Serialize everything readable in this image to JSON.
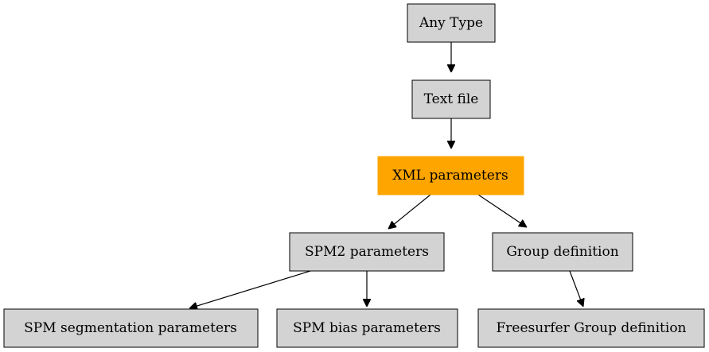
{
  "colors": {
    "default_fill": "#d3d3d3",
    "default_stroke": "#000000",
    "highlight_fill": "#ffa500",
    "edge": "#000000"
  },
  "nodes": {
    "any_type": {
      "label": "Any Type"
    },
    "text_file": {
      "label": "Text file"
    },
    "xml_parameters": {
      "label": "XML parameters",
      "highlighted": true
    },
    "spm2_parameters": {
      "label": "SPM2 parameters"
    },
    "group_definition": {
      "label": "Group definition"
    },
    "spm_segmentation_parameters": {
      "label": "SPM segmentation parameters"
    },
    "spm_bias_parameters": {
      "label": "SPM bias parameters"
    },
    "freesurfer_group_definition": {
      "label": "Freesurfer Group definition"
    }
  },
  "edges": [
    {
      "from": "any_type",
      "to": "text_file"
    },
    {
      "from": "text_file",
      "to": "xml_parameters"
    },
    {
      "from": "xml_parameters",
      "to": "spm2_parameters"
    },
    {
      "from": "xml_parameters",
      "to": "group_definition"
    },
    {
      "from": "spm2_parameters",
      "to": "spm_segmentation_parameters"
    },
    {
      "from": "spm2_parameters",
      "to": "spm_bias_parameters"
    },
    {
      "from": "group_definition",
      "to": "freesurfer_group_definition"
    }
  ]
}
